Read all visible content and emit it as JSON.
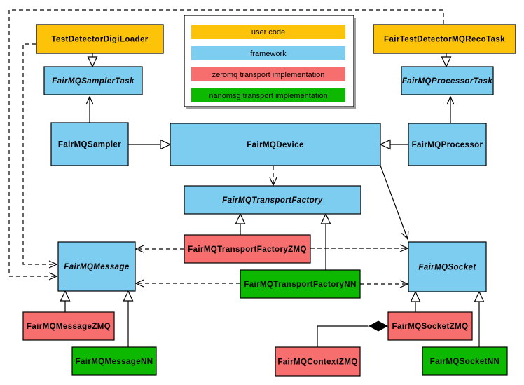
{
  "colors": {
    "user_code": "#FDC308",
    "framework": "#7DCDF1",
    "zeromq": "#F66E6E",
    "nanomsg": "#0CB800",
    "line": "#000000",
    "legend_bg": "#FFFFFF"
  },
  "legend": {
    "items": [
      {
        "label": "user code",
        "color": "#FDC308"
      },
      {
        "label": "framework",
        "color": "#7DCDF1"
      },
      {
        "label": "zeromq transport implementation",
        "color": "#F66E6E"
      },
      {
        "label": "nanomsg transport implementation",
        "color": "#0CB800"
      }
    ]
  },
  "nodes": {
    "test_detector_digi_loader": {
      "label": "TestDetectorDigiLoader",
      "category": "user code",
      "abstract": false
    },
    "fair_test_detector_mq_reco_task": {
      "label": "FairTestDetectorMQRecoTask",
      "category": "user code",
      "abstract": false
    },
    "fair_mq_sampler_task": {
      "label": "FairMQSamplerTask",
      "category": "framework",
      "abstract": true
    },
    "fair_mq_processor_task": {
      "label": "FairMQProcessorTask",
      "category": "framework",
      "abstract": true
    },
    "fair_mq_sampler": {
      "label": "FairMQSampler",
      "category": "framework",
      "abstract": false
    },
    "fair_mq_device": {
      "label": "FairMQDevice",
      "category": "framework",
      "abstract": false
    },
    "fair_mq_processor": {
      "label": "FairMQProcessor",
      "category": "framework",
      "abstract": false
    },
    "fair_mq_transport_factory": {
      "label": "FairMQTransportFactory",
      "category": "framework",
      "abstract": true
    },
    "fair_mq_transport_factory_zmq": {
      "label": "FairMQTransportFactoryZMQ",
      "category": "zeromq",
      "abstract": false
    },
    "fair_mq_transport_factory_nn": {
      "label": "FairMQTransportFactoryNN",
      "category": "nanomsg",
      "abstract": false
    },
    "fair_mq_message": {
      "label": "FairMQMessage",
      "category": "framework",
      "abstract": true
    },
    "fair_mq_socket": {
      "label": "FairMQSocket",
      "category": "framework",
      "abstract": true
    },
    "fair_mq_message_zmq": {
      "label": "FairMQMessageZMQ",
      "category": "zeromq",
      "abstract": false
    },
    "fair_mq_message_nn": {
      "label": "FairMQMessageNN",
      "category": "nanomsg",
      "abstract": false
    },
    "fair_mq_socket_zmq": {
      "label": "FairMQSocketZMQ",
      "category": "zeromq",
      "abstract": false
    },
    "fair_mq_socket_nn": {
      "label": "FairMQSocketNN",
      "category": "nanomsg",
      "abstract": false
    },
    "fair_mq_context_zmq": {
      "label": "FairMQContextZMQ",
      "category": "zeromq",
      "abstract": false
    }
  },
  "edges": [
    {
      "from": "TestDetectorDigiLoader",
      "to": "FairMQSamplerTask",
      "type": "inheritance",
      "style": "solid"
    },
    {
      "from": "FairTestDetectorMQRecoTask",
      "to": "FairMQProcessorTask",
      "type": "inheritance",
      "style": "solid"
    },
    {
      "from": "FairMQSampler",
      "to": "FairMQSamplerTask",
      "type": "association",
      "style": "solid"
    },
    {
      "from": "FairMQProcessor",
      "to": "FairMQProcessorTask",
      "type": "association",
      "style": "solid"
    },
    {
      "from": "FairMQSampler",
      "to": "FairMQDevice",
      "type": "inheritance",
      "style": "solid"
    },
    {
      "from": "FairMQProcessor",
      "to": "FairMQDevice",
      "type": "inheritance",
      "style": "solid"
    },
    {
      "from": "FairMQDevice",
      "to": "FairMQTransportFactory",
      "type": "dependency",
      "style": "dashed"
    },
    {
      "from": "FairMQDevice",
      "to": "FairMQSocket",
      "type": "association",
      "style": "solid"
    },
    {
      "from": "FairMQTransportFactoryZMQ",
      "to": "FairMQTransportFactory",
      "type": "inheritance",
      "style": "solid"
    },
    {
      "from": "FairMQTransportFactoryNN",
      "to": "FairMQTransportFactory",
      "type": "inheritance",
      "style": "solid"
    },
    {
      "from": "FairMQTransportFactoryZMQ",
      "to": "FairMQMessage",
      "type": "dependency",
      "style": "dashed"
    },
    {
      "from": "FairMQTransportFactoryZMQ",
      "to": "FairMQSocket",
      "type": "dependency",
      "style": "dashed"
    },
    {
      "from": "FairMQTransportFactoryNN",
      "to": "FairMQMessage",
      "type": "dependency",
      "style": "dashed"
    },
    {
      "from": "FairMQTransportFactoryNN",
      "to": "FairMQSocket",
      "type": "dependency",
      "style": "dashed"
    },
    {
      "from": "TestDetectorDigiLoader",
      "to": "FairMQMessage",
      "type": "dependency",
      "style": "dashed"
    },
    {
      "from": "FairTestDetectorMQRecoTask",
      "to": "FairMQMessage",
      "type": "dependency",
      "style": "dashed"
    },
    {
      "from": "FairMQMessageZMQ",
      "to": "FairMQMessage",
      "type": "inheritance",
      "style": "solid"
    },
    {
      "from": "FairMQMessageNN",
      "to": "FairMQMessage",
      "type": "inheritance",
      "style": "solid"
    },
    {
      "from": "FairMQSocketZMQ",
      "to": "FairMQSocket",
      "type": "inheritance",
      "style": "solid"
    },
    {
      "from": "FairMQSocketNN",
      "to": "FairMQSocket",
      "type": "inheritance",
      "style": "solid"
    },
    {
      "from": "FairMQContextZMQ",
      "to": "FairMQSocketZMQ",
      "type": "composition",
      "style": "solid"
    }
  ]
}
